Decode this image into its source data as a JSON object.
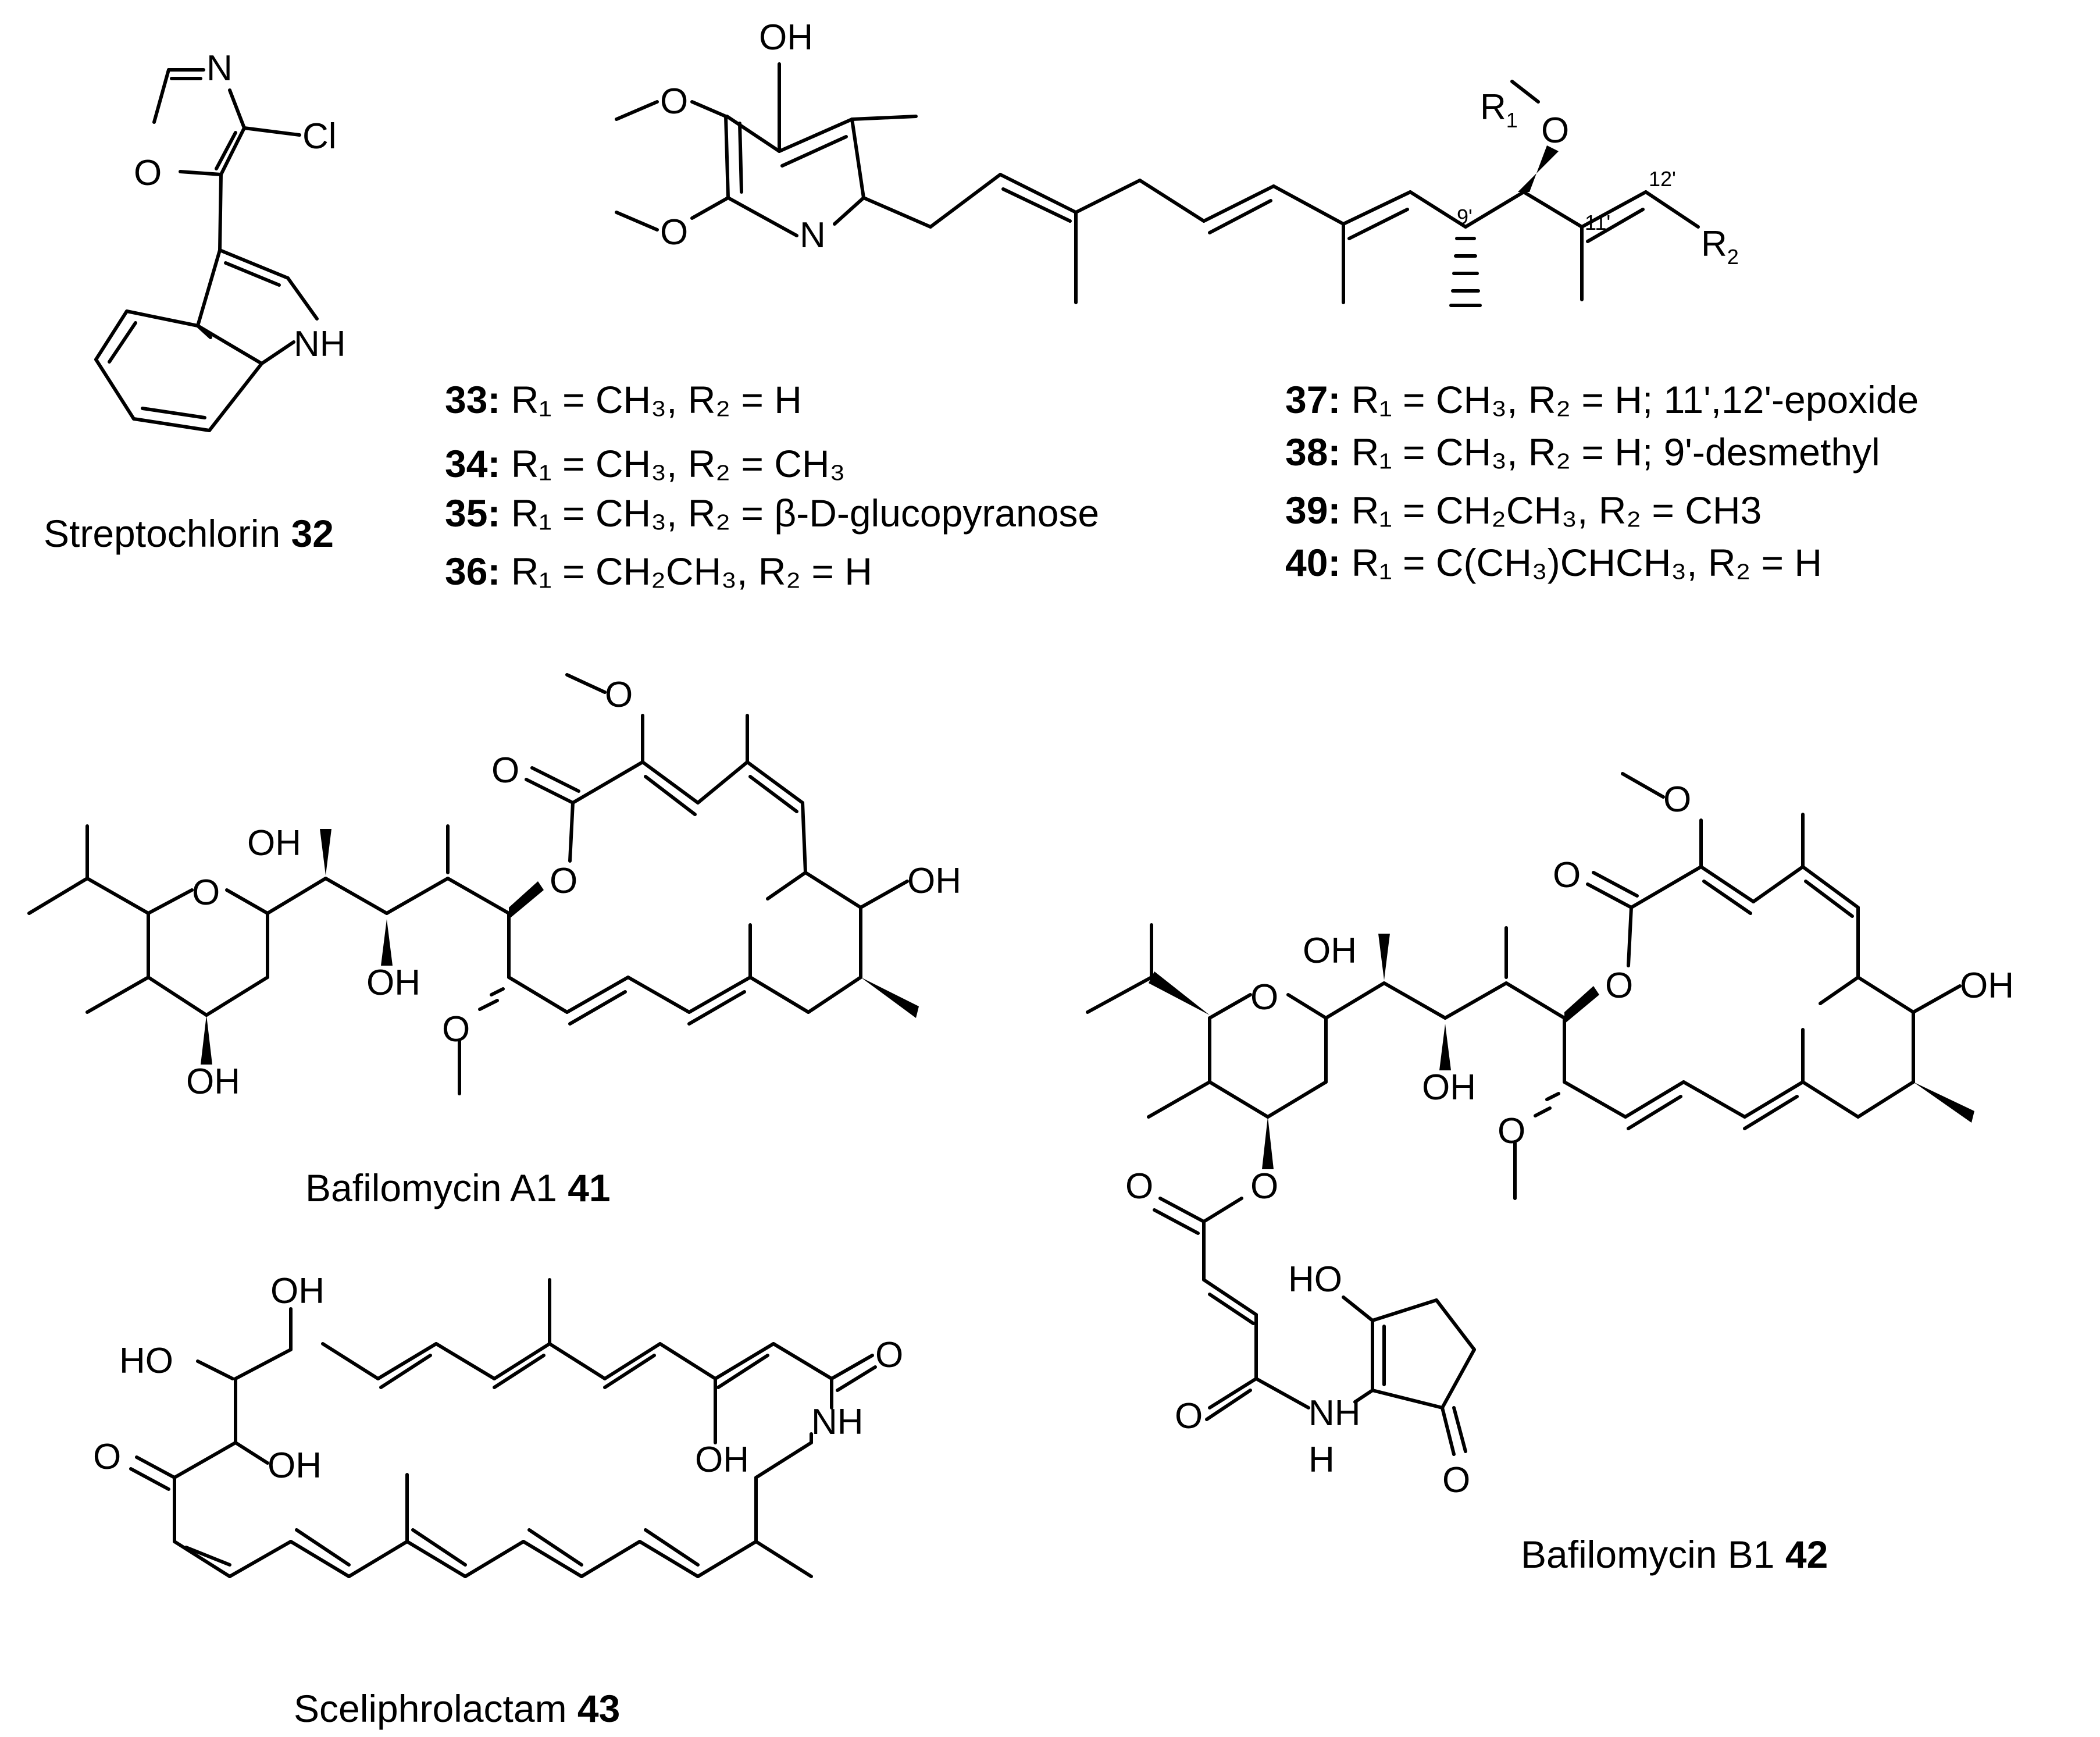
{
  "figure": {
    "streptochlorin": {
      "atoms": {
        "n": "N",
        "o": "O",
        "cl": "Cl",
        "nh": "NH"
      },
      "caption_name": "Streptochlorin",
      "caption_number": "32"
    },
    "pyridine_series": {
      "atoms": {
        "oh": "OH",
        "o_methoxy1": "O",
        "o_methoxy2": "O",
        "n": "N",
        "r1": "R",
        "r1_sub": "1",
        "o_r1": "O",
        "r2": "R",
        "r2_sub": "2"
      },
      "locants": {
        "c9": "9'",
        "c11": "11'",
        "c12": "12'"
      },
      "entries_left": [
        {
          "number": "33:",
          "text": "R₁ = CH₃, R₂ = H"
        },
        {
          "number": "34:",
          "text": "R₁ = CH₃, R₂ = CH₃"
        },
        {
          "number": "35:",
          "text": "R₁ = CH₃, R₂ = β-D-glucopyranose"
        },
        {
          "number": "36:",
          "text": "R₁ = CH₂CH₃, R₂ = H"
        }
      ],
      "entries_right": [
        {
          "number": "37:",
          "text": "R₁ = CH₃, R₂ = H; 11',12'-epoxide"
        },
        {
          "number": "38:",
          "text": "R₁ = CH₃, R₂ = H; 9'-desmethyl"
        },
        {
          "number": "39:",
          "text": "R₁ = CH₂CH₃, R₂ = CH3"
        },
        {
          "number": "40:",
          "text": "R₁ = C(CH₃)CHCH₃, R₂ = H"
        }
      ]
    },
    "bafilomycin_a1": {
      "atoms": {
        "o_methoxy": "O",
        "o_carbonyl": "O",
        "o_ester": "O",
        "o_ring": "O",
        "oh_hemiketal": "OH",
        "oh_c7": "OH",
        "oh_ring": "OH",
        "oh_c23": "OH",
        "o_methoxy2": "O"
      },
      "caption_name": "Bafilomycin A1",
      "caption_number": "41"
    },
    "bafilomycin_b1": {
      "atoms": {
        "o_methoxy": "O",
        "o_carbonyl": "O",
        "o_ester": "O",
        "o_ring": "O",
        "oh_hemiketal": "OH",
        "oh_c7": "OH",
        "oh_c23": "OH",
        "o_methoxy2": "O",
        "o_ester2": "O",
        "o_carbonyl2": "O",
        "o_amide": "O",
        "nh": "NH",
        "nh_h": "H",
        "ho": "HO",
        "o_ketone": "O"
      },
      "caption_name": "Bafilomycin B1",
      "caption_number": "42"
    },
    "sceliphrolactam": {
      "atoms": {
        "oh_top": "OH",
        "ho_left": "HO",
        "o_ketone": "O",
        "oh_mid": "OH",
        "o_amide": "O",
        "oh_enol": "OH",
        "nh": "NH"
      },
      "caption_name": "Sceliphrolactam",
      "caption_number": "43"
    }
  }
}
